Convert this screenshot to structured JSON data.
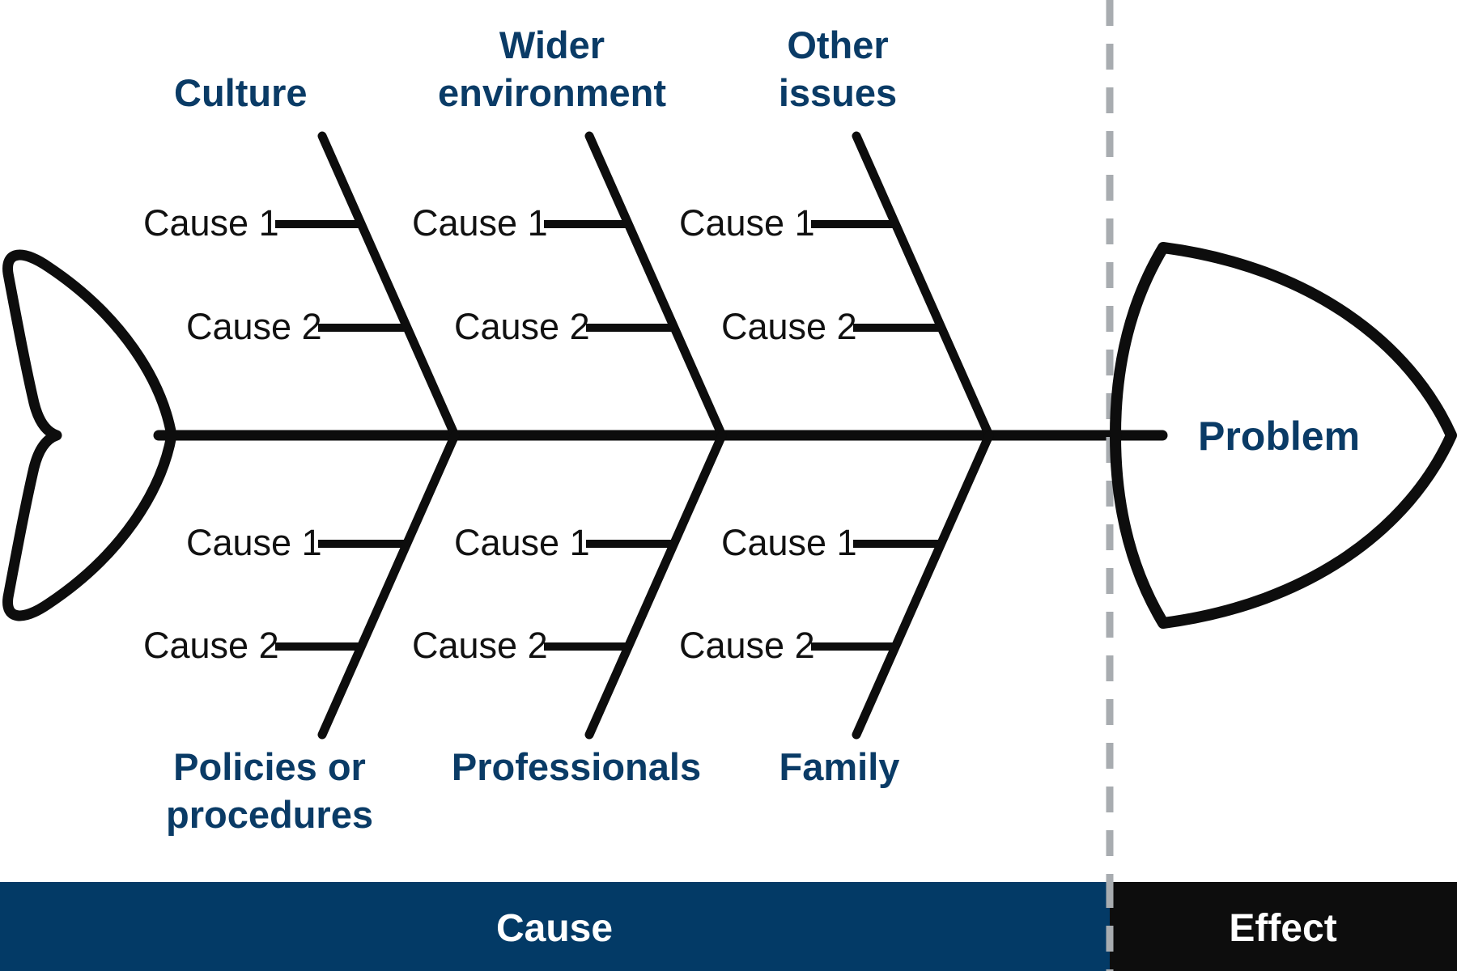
{
  "diagram": {
    "type": "fishbone-ishikawa-cause-and-effect",
    "head_label": "Problem",
    "accent_color": "#0A3B66",
    "bone_color": "#0D0D0D",
    "divider_color": "#A8ACB0",
    "background_color": "#FFFFFF"
  },
  "upper_branches": [
    {
      "category": "Culture",
      "category_line2": "",
      "causes": [
        "Cause 1",
        "Cause 2"
      ]
    },
    {
      "category": "Wider",
      "category_line2": "environment",
      "causes": [
        "Cause 1",
        "Cause 2"
      ]
    },
    {
      "category": "Other",
      "category_line2": "issues",
      "causes": [
        "Cause 1",
        "Cause 2"
      ]
    }
  ],
  "lower_branches": [
    {
      "category": "Policies or",
      "category_line2": "procedures",
      "causes": [
        "Cause 1",
        "Cause 2"
      ]
    },
    {
      "category": "Professionals",
      "category_line2": "",
      "causes": [
        "Cause 1",
        "Cause 2"
      ]
    },
    {
      "category": "Family",
      "category_line2": "",
      "causes": [
        "Cause 1",
        "Cause 2"
      ]
    }
  ],
  "footer": {
    "cause_label": "Cause",
    "cause_bg": "#033A66",
    "effect_label": "Effect",
    "effect_bg": "#0D0D0D"
  }
}
